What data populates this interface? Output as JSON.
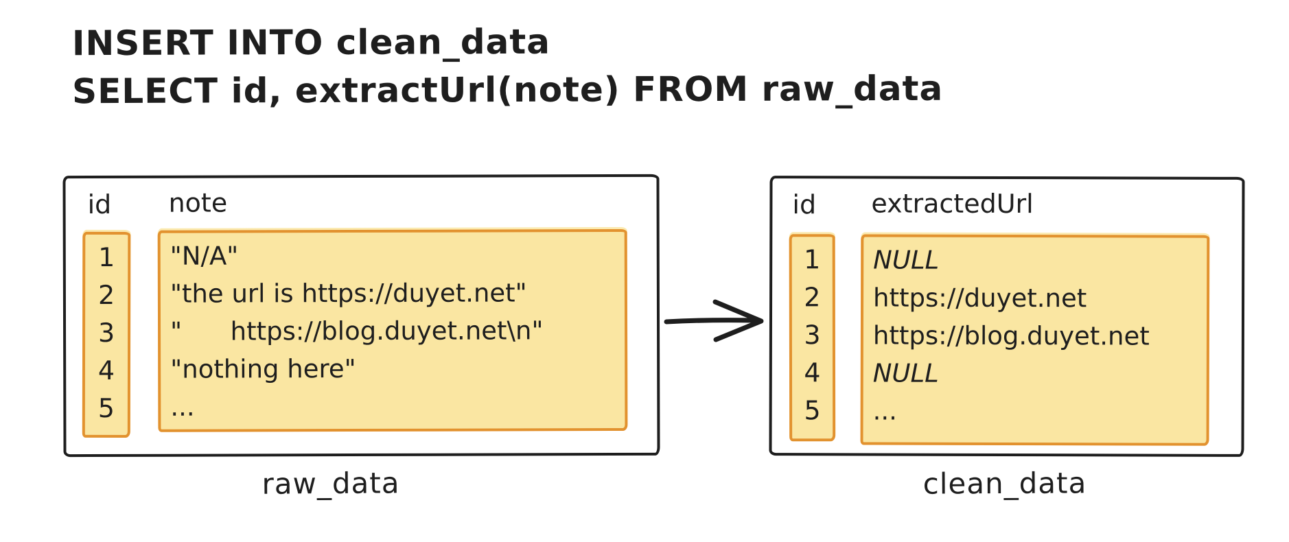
{
  "title": {
    "line1": "INSERT INTO clean_data",
    "line2": "SELECT id, extractUrl(note) FROM raw_data"
  },
  "tables": {
    "raw": {
      "caption": "raw_data",
      "columns": [
        "id",
        "note"
      ],
      "ids": [
        "1",
        "2",
        "3",
        "4",
        "5"
      ],
      "values": [
        "\"N/A\"",
        "\"the url is https://duyet.net\"",
        "\"      https://blog.duyet.net\\n\"",
        "\"nothing here\"",
        "..."
      ]
    },
    "clean": {
      "caption": "clean_data",
      "columns": [
        "id",
        "extractedUrl"
      ],
      "ids": [
        "1",
        "2",
        "3",
        "4",
        "5"
      ],
      "values": [
        "NULL",
        "https://duyet.net",
        "https://blog.duyet.net",
        "NULL",
        "..."
      ]
    }
  },
  "colors": {
    "ink": "#1e1e1e",
    "accent": "#e2922f",
    "fill": "#fae6a2"
  }
}
